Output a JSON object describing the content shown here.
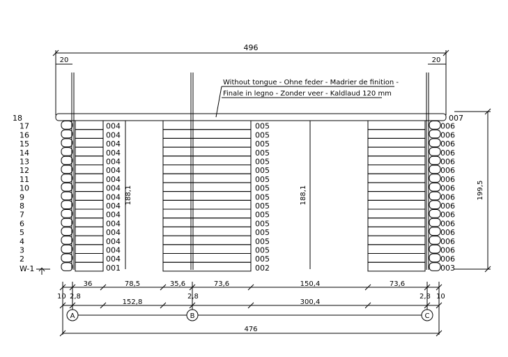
{
  "dimensions": {
    "total_width": "496",
    "left_overhang": "20",
    "right_overhang": "20",
    "height_left": "188,1",
    "height_mid": "188,1",
    "height_total": "199,5",
    "bottom_segments": [
      "36",
      "78,5",
      "35,6",
      "73,6",
      "150,4",
      "73,6"
    ],
    "bottom_small_left_outer": "10",
    "bottom_small_left_inner": "2,8",
    "bottom_small_mid": "2,8",
    "bottom_small_right_inner": "2,8",
    "bottom_small_right_outer": "10",
    "axis_span_ab": "152,8",
    "axis_span_bc": "300,4",
    "overall_axis": "476"
  },
  "axes": [
    "A",
    "B",
    "C"
  ],
  "annotation": {
    "line1": "Without tongue - Ohne feder - Madrier de finition -",
    "line2": "Finale in legno - Zonder veer - Kaldlaud 120 mm"
  },
  "rows": {
    "top_row_number": "18",
    "top_row_code": "007",
    "numbers": [
      "17",
      "16",
      "15",
      "14",
      "13",
      "12",
      "11",
      "10",
      "9",
      "8",
      "7",
      "6",
      "5",
      "4",
      "3",
      "2"
    ],
    "first_row_label": "W-1",
    "left_codes": [
      "004",
      "004",
      "004",
      "004",
      "004",
      "004",
      "004",
      "004",
      "004",
      "004",
      "004",
      "004",
      "004",
      "004",
      "004",
      "004"
    ],
    "left_bottom_code": "001",
    "mid_codes": [
      "005",
      "005",
      "005",
      "005",
      "005",
      "005",
      "005",
      "005",
      "005",
      "005",
      "005",
      "005",
      "005",
      "005",
      "005",
      "005"
    ],
    "mid_bottom_code": "002",
    "right_codes": [
      "006",
      "006",
      "006",
      "006",
      "006",
      "006",
      "006",
      "006",
      "006",
      "006",
      "006",
      "006",
      "006",
      "006",
      "006",
      "006"
    ],
    "right_bottom_code": "003"
  }
}
